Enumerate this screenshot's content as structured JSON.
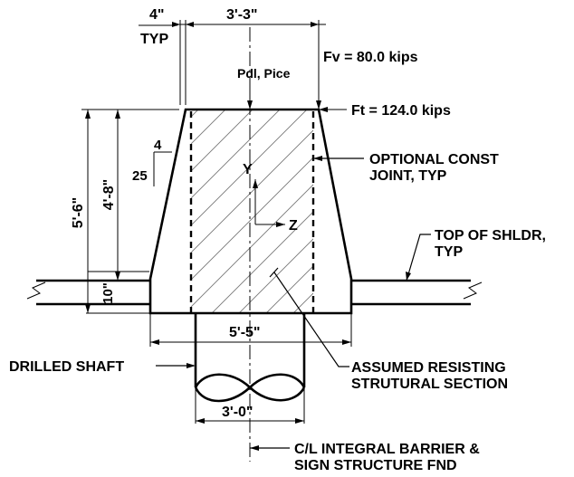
{
  "dimensions": {
    "top_offset": "4\"",
    "top_offset_note": "TYP",
    "top_width": "3'-3\"",
    "total_height": "5'-6\"",
    "upper_height": "4'-8\"",
    "base_height": "10\"",
    "base_width": "5'-5\"",
    "shaft_diameter": "3'-0\""
  },
  "batter": {
    "rise": "25",
    "run": "4"
  },
  "loads": {
    "vertical_load": "Pdl, Pice",
    "fv": "Fv = 80.0 kips",
    "ft": "Ft = 124.0 kips"
  },
  "axes": {
    "y": "Y",
    "z": "Z"
  },
  "callouts": {
    "const_joint_1": "OPTIONAL CONST",
    "const_joint_2": "JOINT, TYP",
    "shoulder_1": "TOP OF SHLDR,",
    "shoulder_2": "TYP",
    "drilled_shaft": "DRILLED SHAFT",
    "resisting_1": "ASSUMED RESISTING",
    "resisting_2": "STRUTURAL SECTION",
    "centerline_1": "C/L INTEGRAL BARRIER &",
    "centerline_2": "SIGN STRUCTURE FND"
  }
}
